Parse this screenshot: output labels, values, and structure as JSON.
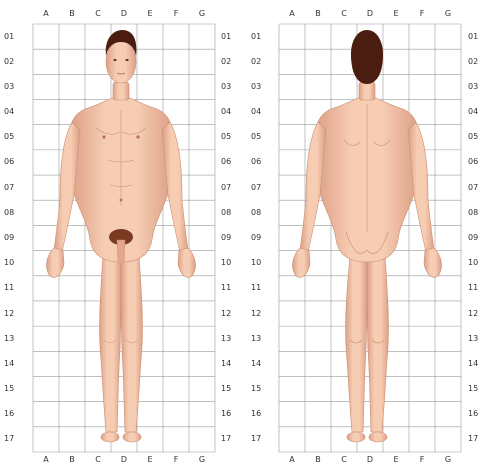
{
  "columns": [
    "A",
    "B",
    "C",
    "D",
    "E",
    "F",
    "G"
  ],
  "rows": [
    "01",
    "02",
    "03",
    "04",
    "05",
    "06",
    "07",
    "08",
    "09",
    "10",
    "11",
    "12",
    "13",
    "14",
    "15",
    "16",
    "17"
  ],
  "views": [
    {
      "id": "front",
      "figure": "anterior-body-illustration"
    },
    {
      "id": "back",
      "figure": "posterior-body-illustration"
    }
  ],
  "colors": {
    "grid": "#9a9a9a",
    "label": "#333333",
    "skin": "#f3c3a6",
    "skin_shade": "#dca086",
    "hair": "#4a1d10"
  }
}
